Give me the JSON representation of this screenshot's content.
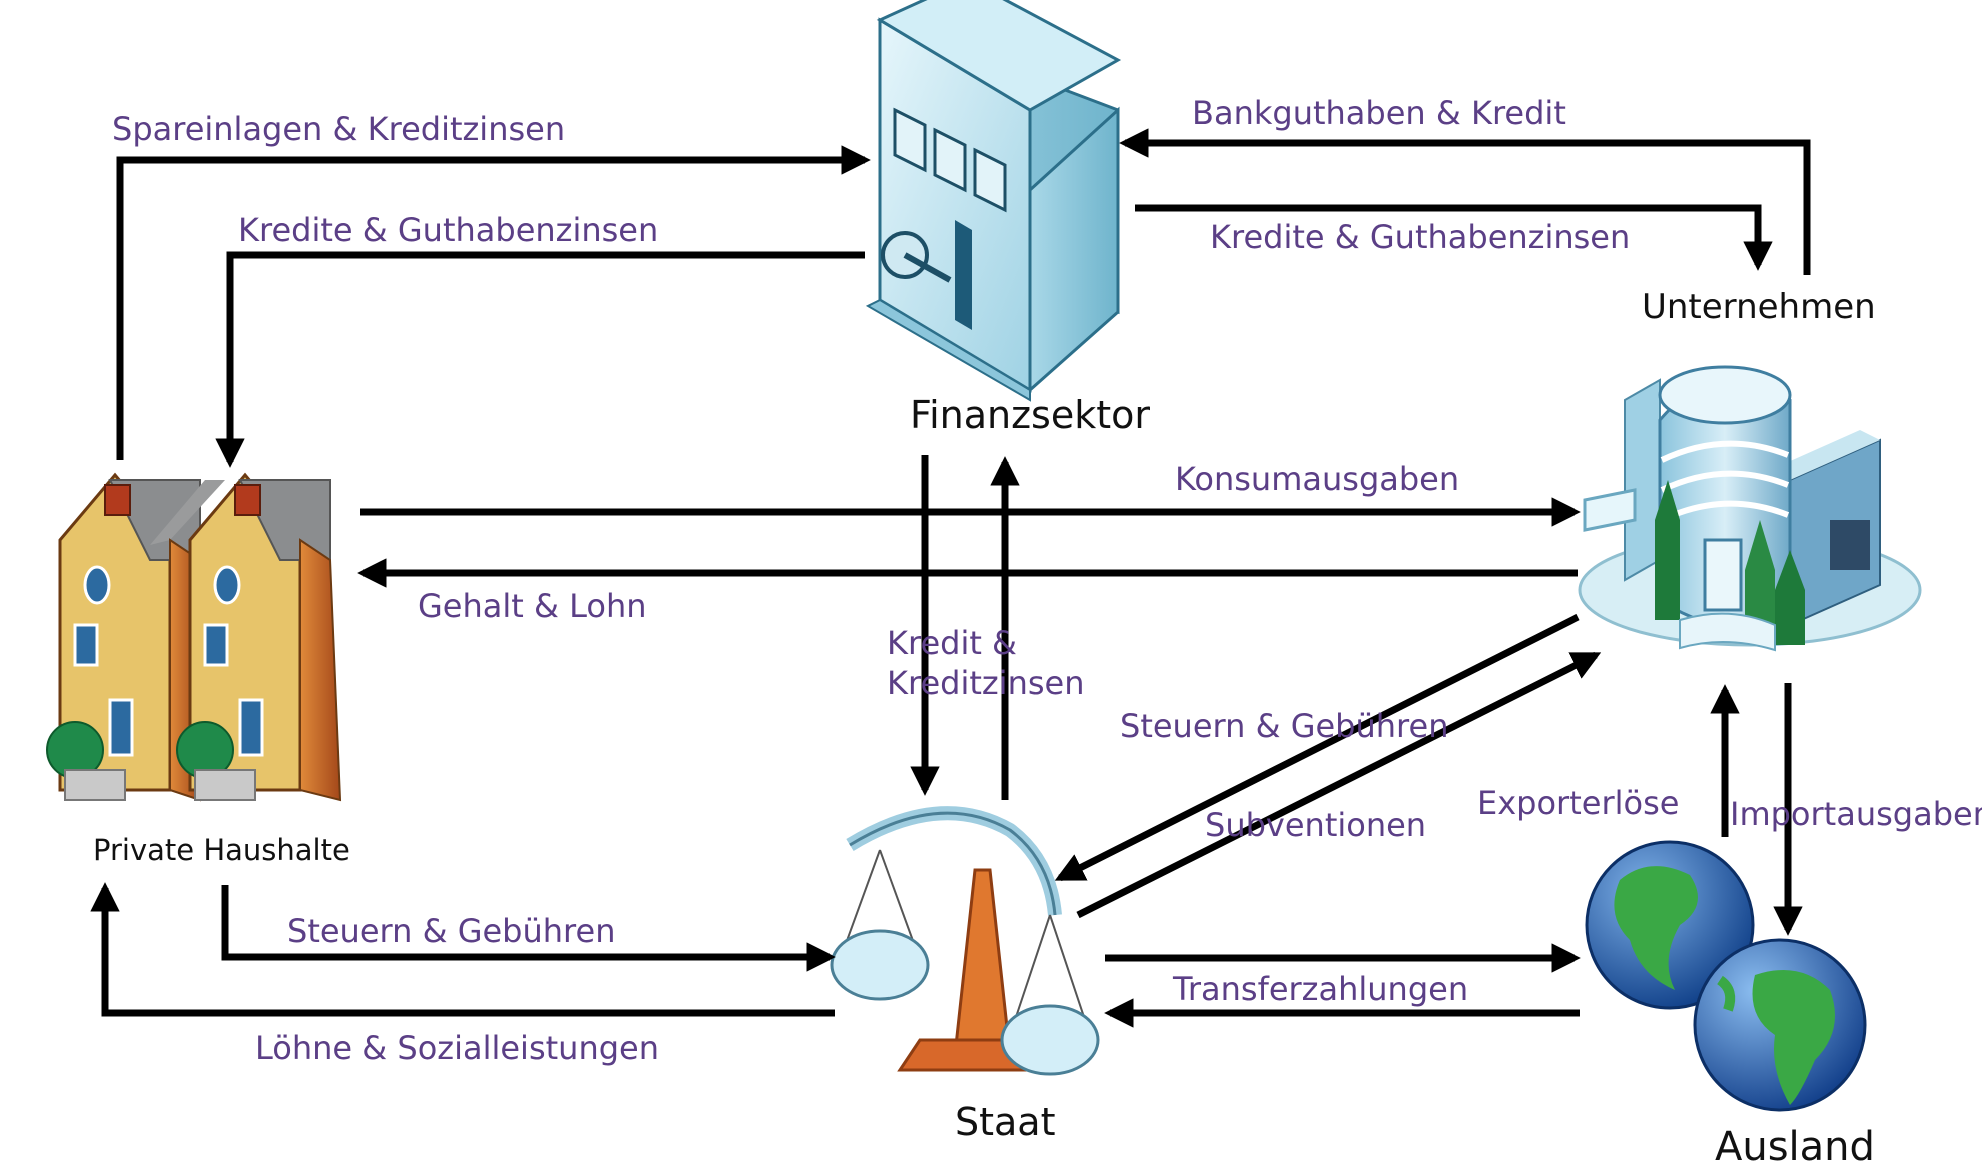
{
  "nodes": {
    "finanzsektor": "Finanzsektor",
    "unternehmen": "Unternehmen",
    "haushalte": "Private Haushalte",
    "staat": "Staat",
    "ausland": "Ausland"
  },
  "flows": {
    "spareinlagen": "Spareinlagen & Kreditzinsen",
    "kredite_hh": "Kredite & Guthabenzinsen",
    "bankguthaben": "Bankguthaben & Kredit",
    "kredite_unt": "Kredite & Guthabenzinsen",
    "konsum": "Konsumausgaben",
    "gehalt": "Gehalt & Lohn",
    "kredit_staat_1": "Kredit &",
    "kredit_staat_2": "Kreditzinsen",
    "steuern_unt": "Steuern & Gebühren",
    "subventionen": "Subventionen",
    "export": "Exporterlöse",
    "import": "Importausgaben",
    "steuern_hh": "Steuern & Gebühren",
    "loehne": "Löhne & Sozialleistungen",
    "transfer": "Transferzahlungen"
  },
  "colors": {
    "arrow": "#000000",
    "label": "#5b3f86",
    "building": "#bfe3f0",
    "house": "#c8651e",
    "globe_ocean": "#1f5aa8",
    "globe_land": "#3aa845",
    "scale": "#d86a2a"
  },
  "icons": [
    "bank-vault-icon",
    "office-building-icon",
    "houses-icon",
    "scale-icon",
    "globes-icon"
  ]
}
